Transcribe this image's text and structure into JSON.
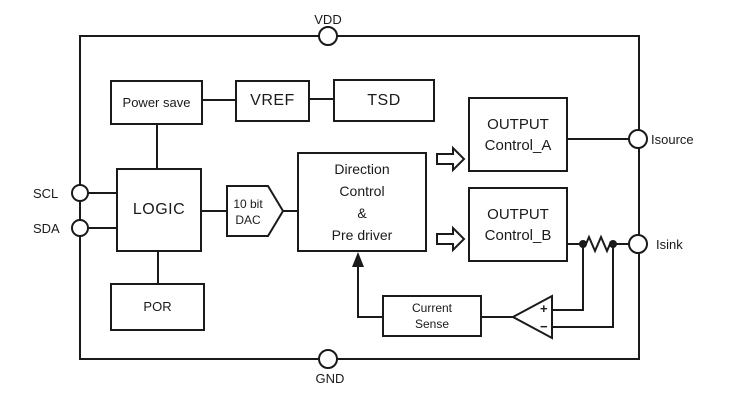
{
  "colors": {
    "line": "#1a1a1a",
    "background": "#ffffff"
  },
  "pins": {
    "vdd": {
      "label": "VDD"
    },
    "gnd": {
      "label": "GND"
    },
    "scl": {
      "label": "SCL"
    },
    "sda": {
      "label": "SDA"
    },
    "isource": {
      "label": "Isource"
    },
    "isink": {
      "label": "Isink"
    }
  },
  "blocks": {
    "power_save": {
      "label": "Power save"
    },
    "vref": {
      "label": "VREF"
    },
    "tsd": {
      "label": "TSD"
    },
    "logic": {
      "label": "LOGIC"
    },
    "dac": {
      "lines": [
        "10 bit",
        "DAC"
      ]
    },
    "direction_control": {
      "lines": [
        "Direction",
        "Control",
        "&",
        "Pre driver"
      ]
    },
    "output_a": {
      "lines": [
        "OUTPUT",
        "Control_A"
      ]
    },
    "output_b": {
      "lines": [
        "OUTPUT",
        "Control_B"
      ]
    },
    "por": {
      "label": "POR"
    },
    "current_sense": {
      "lines": [
        "Current",
        "Sense"
      ]
    }
  },
  "opamp": {
    "plus": "+",
    "minus": "−"
  }
}
